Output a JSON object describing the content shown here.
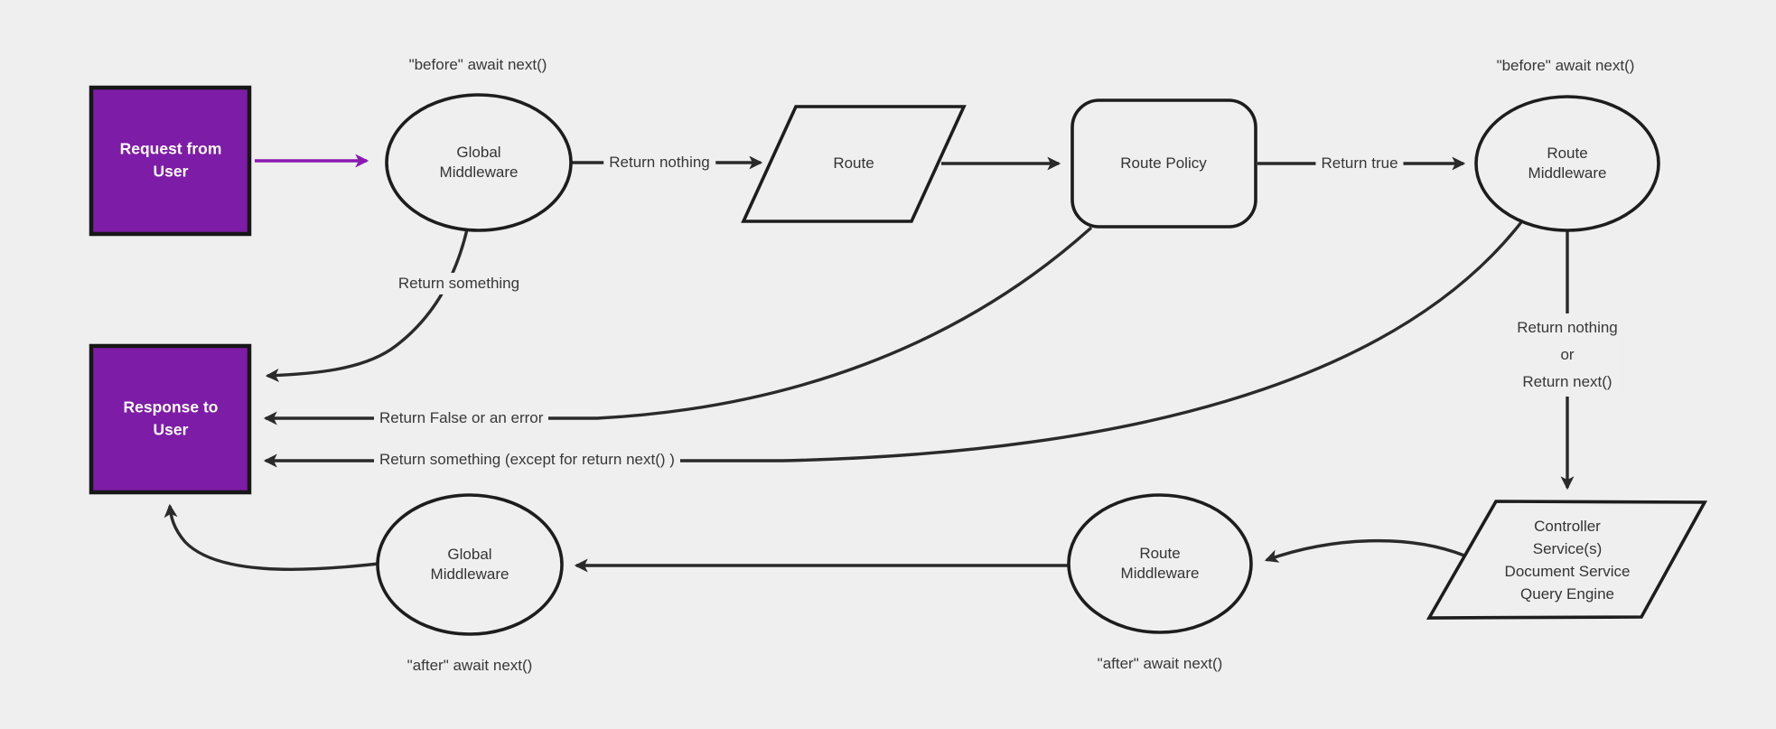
{
  "colors": {
    "background": "#efefef",
    "node_fill": "#efefef",
    "purple_fill": "#7d1ca6",
    "purple_arrow": "#8a1ab3",
    "line": "#2a2a2a",
    "label_text": "#383838",
    "box_text": "#ffffff"
  },
  "nodes": {
    "request": "Request from User",
    "global_middleware_top": "Global Middleware",
    "route": "Route",
    "route_policy": "Route Policy",
    "route_middleware_top": "Route Middleware",
    "controller_lines": [
      "Controller",
      "Service(s)",
      "Document Service",
      "Query Engine"
    ],
    "route_middleware_bottom": "Route Middleware",
    "global_middleware_bottom": "Global Middleware",
    "response": "Response to User"
  },
  "annotations": {
    "before_await_left": "\"before\" await next()",
    "before_await_right": "\"before\" await next()",
    "after_await_left": "\"after\" await next()",
    "after_await_right": "\"after\" await next()"
  },
  "edge_labels": {
    "return_nothing": "Return nothing",
    "return_true": "Return true",
    "return_something": "Return something",
    "return_false_or_error": "Return False or an error",
    "return_something_except": "Return something (except for return next() )",
    "return_nothing_or_next": [
      "Return nothing",
      "or",
      "Return next()"
    ]
  }
}
